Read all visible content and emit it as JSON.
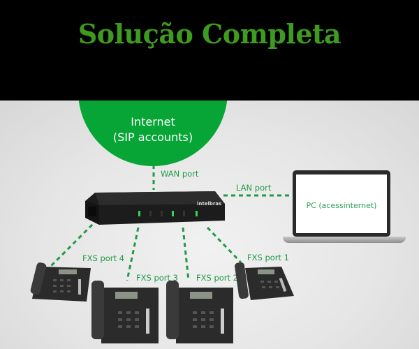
{
  "header": {
    "title": "Solução Completa"
  },
  "diagram": {
    "internet": {
      "line1": "Internet",
      "line2": "(SIP accounts)"
    },
    "labels": {
      "wan": "WAN port",
      "lan": "LAN port",
      "fxs1": "FXS port 1",
      "fxs2": "FXS port 2",
      "fxs3": "FXS port 3",
      "fxs4": "FXS port 4"
    },
    "pc": {
      "label": "PC (acessinternet)"
    },
    "router": {
      "brand": "intelbras"
    },
    "colors": {
      "green": "#06a535",
      "title_green": "#3f9b1f",
      "line_green": "#1f9a47"
    }
  }
}
